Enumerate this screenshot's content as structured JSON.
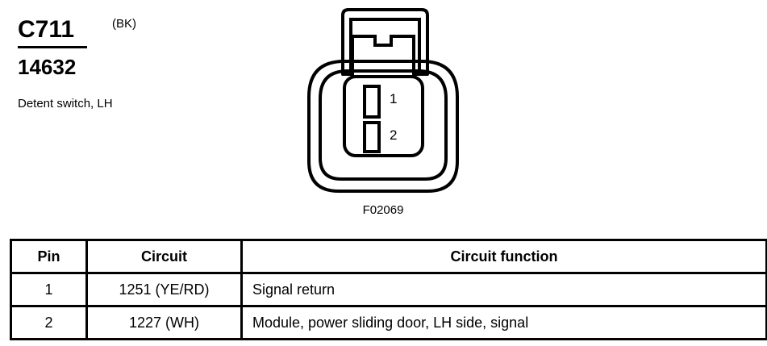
{
  "header": {
    "connector_code": "C711",
    "color_code": "(BK)",
    "part_number": "14632",
    "component_name": "Detent switch, LH"
  },
  "figure": {
    "caption": "F02069",
    "pin_labels": [
      "1",
      "2"
    ],
    "terminal_count": 2,
    "line_color": "#000000",
    "fill_color": "#ffffff"
  },
  "table": {
    "headers": [
      "Pin",
      "Circuit",
      "Circuit function"
    ],
    "rows": [
      {
        "pin": "1",
        "circuit": "1251 (YE/RD)",
        "function": "Signal return"
      },
      {
        "pin": "2",
        "circuit": "1227 (WH)",
        "function": "Module, power sliding door, LH side, signal"
      }
    ]
  }
}
